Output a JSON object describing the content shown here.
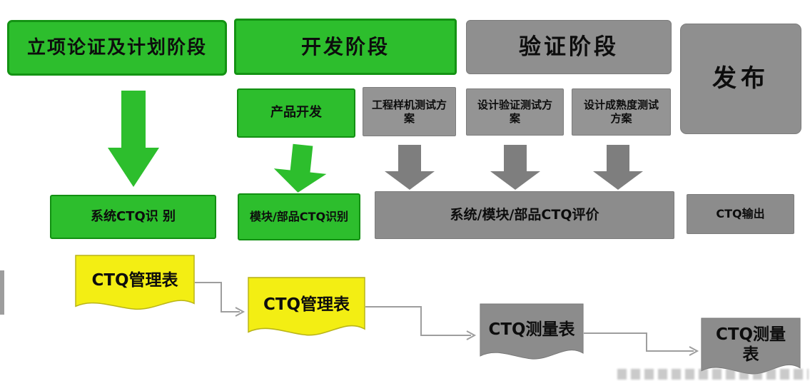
{
  "colors": {
    "green_fill": "#2dbe2d",
    "green_border": "#149314",
    "gray_fill": "#8f8f8f",
    "gray_dark_arrow": "#7e7e7e",
    "yellow_fill": "#f3ee13",
    "connector_line": "#9e9e9e",
    "text": "#0d0d0d"
  },
  "phases": {
    "planning": "立项论证及计划阶段",
    "development": "开发阶段",
    "verification": "验证阶段",
    "release": "发布"
  },
  "sub_boxes": {
    "product_dev": "产品开发",
    "prototype_test": "工程样机测试方案",
    "design_verify_test": "设计验证测试方案",
    "design_maturity_test": "设计成熟度测试方案"
  },
  "ctq_row": {
    "system_ctq": "系统CTQ识 别",
    "module_ctq": "模块/部品CTQ识别",
    "evaluation": "系统/模块/部品CTQ评价",
    "output": "CTQ输出"
  },
  "documents": {
    "manage_1": "CTQ管理表",
    "manage_2": "CTQ管理表",
    "measure_1": "CTQ测量表",
    "measure_2": "CTQ测量表"
  }
}
